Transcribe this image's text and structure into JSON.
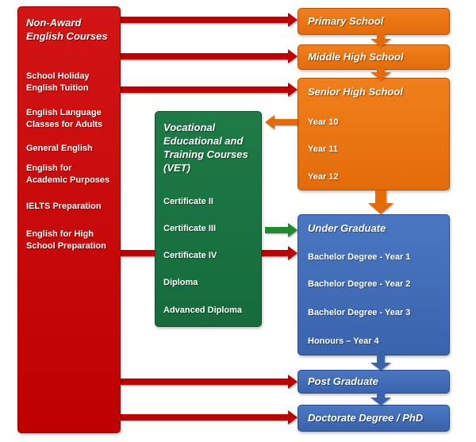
{
  "colors": {
    "red": "#BE0000",
    "red_light": "#D21414",
    "red_border": "#8E0000",
    "green": "#156B3C",
    "green_light": "#1E7A47",
    "green_border": "#0E4F2B",
    "orange": "#E36C09",
    "orange_light": "#F07F1C",
    "orange_border": "#B35406",
    "blue": "#3A63AC",
    "blue_light": "#4A77C2",
    "blue_border": "#2C4E8C",
    "arrow_red": "#C00000",
    "arrow_orange": "#E36C09",
    "arrow_green": "#1F8A2E",
    "arrow_blue": "#3A63AC"
  },
  "red_panel": {
    "title": "Non-Award English Courses",
    "items": [
      "School Holiday English Tuition",
      "English Language Classes for Adults",
      "General English",
      "English for Academic Purposes",
      "IELTS Preparation",
      "English for High School Preparation"
    ]
  },
  "vet_panel": {
    "title": "Vocational Educational and Training Courses (VET)",
    "items": [
      "Certificate II",
      "Certificate III",
      "Certificate IV",
      "Diploma",
      "Advanced Diploma"
    ]
  },
  "school": {
    "primary": {
      "title": "Primary School"
    },
    "middle": {
      "title": "Middle High School"
    },
    "senior": {
      "title": "Senior High School",
      "items": [
        "Year 10",
        "Year 11",
        "Year 12"
      ]
    }
  },
  "university": {
    "undergrad": {
      "title": "Under Graduate",
      "items": [
        "Bachelor Degree - Year 1",
        "Bachelor Degree - Year 2",
        "Bachelor Degree - Year 3",
        "Honours – Year 4"
      ]
    },
    "postgrad": {
      "title": "Post Graduate"
    },
    "doctorate": {
      "title": "Doctorate Degree / PhD"
    }
  }
}
